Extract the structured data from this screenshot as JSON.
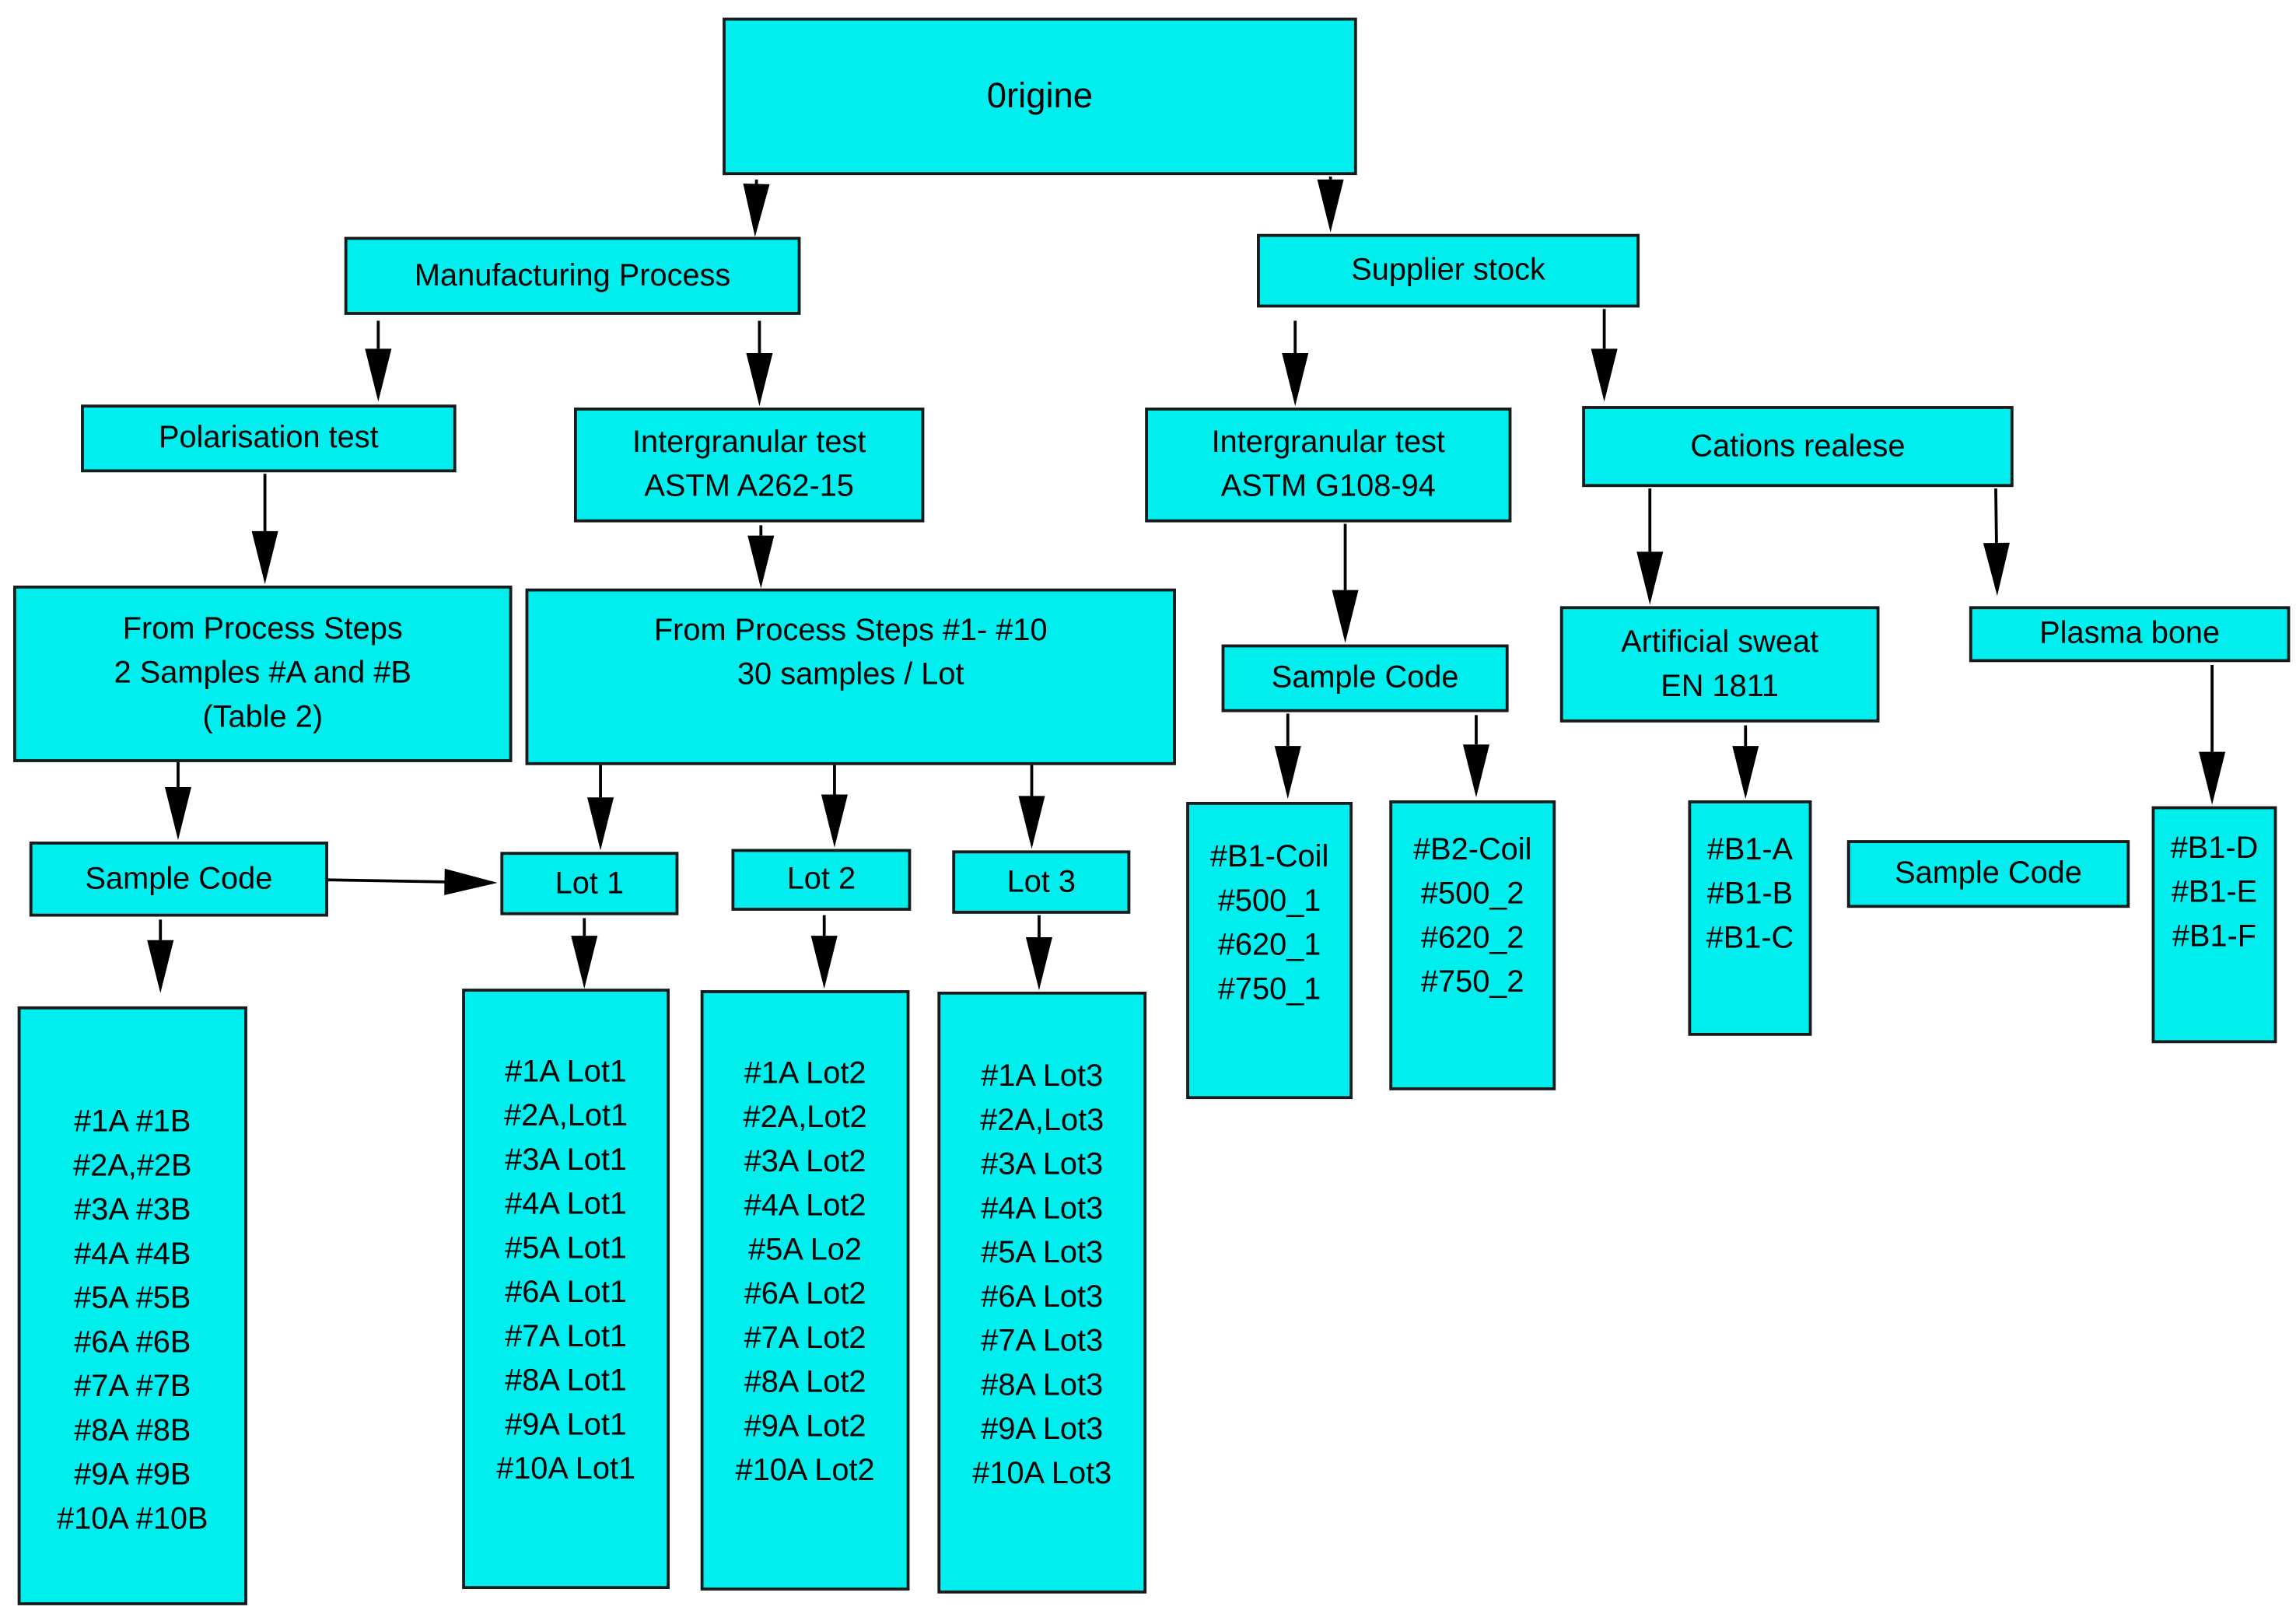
{
  "colors": {
    "box_fill": "#00eeee",
    "box_border": "#1a1a1a",
    "arrow": "#000000",
    "background": "#ffffff"
  },
  "nodes": {
    "origine": "0rigine",
    "manufacturing": "Manufacturing Process",
    "supplier": "Supplier stock",
    "polarisation": "Polarisation test",
    "intergranular_a262": [
      "Intergranular test",
      "ASTM A262-15"
    ],
    "intergranular_g108": [
      "Intergranular test",
      "ASTM G108-94"
    ],
    "cations": "Cations realese",
    "from_steps_ab": [
      "From Process Steps",
      "2 Samples #A and #B",
      "(Table 2)"
    ],
    "from_steps_lot": [
      "From Process Steps #1- #10",
      "30 samples / Lot"
    ],
    "sample_code_left": "Sample Code",
    "sample_code_mid": "Sample Code",
    "sample_code_right": "Sample Code",
    "artificial_sweat": [
      "Artificial sweat",
      "EN 1811"
    ],
    "plasma_bone": "Plasma bone",
    "lot1": "Lot 1",
    "lot2": "Lot 2",
    "lot3": "Lot 3",
    "samples_ab": [
      "#1A #1B",
      "#2A,#2B",
      "#3A #3B",
      "#4A #4B",
      "#5A #5B",
      "#6A #6B",
      "#7A #7B",
      "#8A #8B",
      "#9A #9B",
      "#10A #10B"
    ],
    "samples_lot1": [
      "#1A Lot1",
      "#2A,Lot1",
      "#3A Lot1",
      "#4A Lot1",
      "#5A Lot1",
      "#6A Lot1",
      "#7A Lot1",
      "#8A Lot1",
      "#9A Lot1",
      "#10A Lot1"
    ],
    "samples_lot2": [
      "#1A Lot2",
      "#2A,Lot2",
      "#3A Lot2",
      "#4A Lot2",
      "#5A Lo2",
      "#6A Lot2",
      "#7A Lot2",
      "#8A Lot2",
      "#9A Lot2",
      "#10A Lot2"
    ],
    "samples_lot3": [
      "#1A Lot3",
      "#2A,Lot3",
      "#3A Lot3",
      "#4A Lot3",
      "#5A Lot3",
      "#6A Lot3",
      "#7A Lot3",
      "#8A Lot3",
      "#9A Lot3",
      "#10A Lot3"
    ],
    "b1_coil": [
      "#B1-Coil",
      "#500_1",
      "#620_1",
      "#750_1"
    ],
    "b2_coil": [
      "#B2-Coil",
      "#500_2",
      "#620_2",
      "#750_2"
    ],
    "b1_abc": [
      "#B1-A",
      "#B1-B",
      "#B1-C"
    ],
    "b1_def": [
      "#B1-D",
      "#B1-E",
      "#B1-F"
    ]
  }
}
